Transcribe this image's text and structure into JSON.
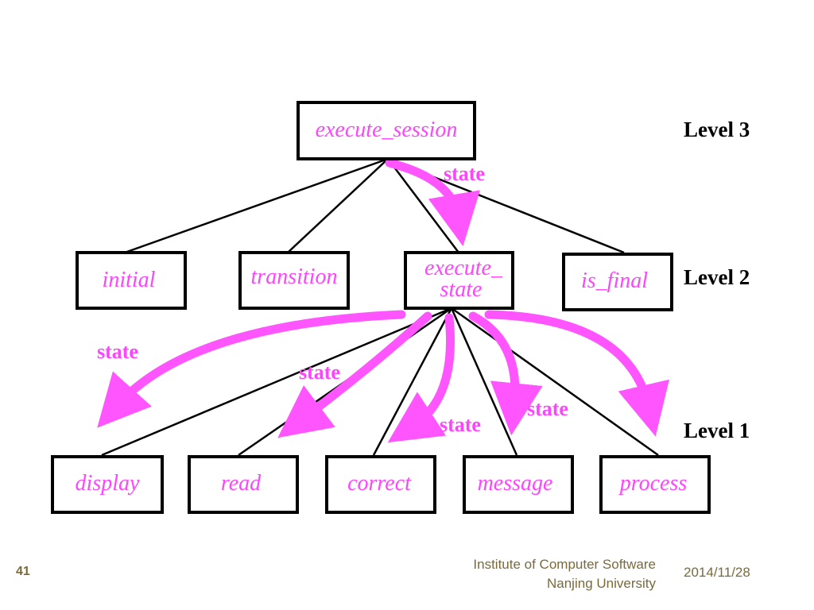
{
  "nodes": {
    "execute_session": "execute_session",
    "initial": "initial",
    "transition": "transition",
    "execute_state_line1": "execute_",
    "execute_state_line2": "state",
    "is_final": "is_final",
    "display": "display",
    "read": "read",
    "correct": "correct",
    "message": "message",
    "process": "process"
  },
  "levels": {
    "level3": "Level 3",
    "level2": "Level 2",
    "level1": "Level 1"
  },
  "flow_label": "state",
  "footer": {
    "page_number": "41",
    "institute_line1": "Institute of Computer Software",
    "institute_line2": "Nanjing University",
    "date": "2014/11/28"
  },
  "colors": {
    "flow": "#ff55ff",
    "node_text": "#ff44ff",
    "box_border": "#000000"
  }
}
